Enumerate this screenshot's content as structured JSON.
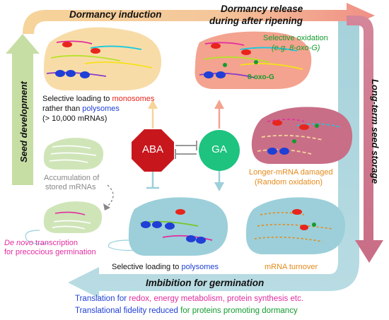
{
  "arrows": {
    "dormancy_induction": "Dormancy induction",
    "dormancy_release_1": "Dormancy release",
    "dormancy_release_2": "during after ripening",
    "long_term_storage": "Long-term seed storage",
    "imbibition": "Imbibition for germination",
    "seed_development": "Seed development"
  },
  "labels": {
    "selective_oxidation_1": "Selective oxidation",
    "selective_oxidation_2": "(e.g. 8-oxo-G)",
    "oxo_g_tag": "8-oxo-G",
    "mono_line1_a": "Selective loading to ",
    "mono_line1_b": "monosomes",
    "mono_line2_a": "rather than ",
    "mono_line2_b": "polysomes",
    "mono_line3": "(> 10,000 mRNAs)",
    "longer_damaged_1": "Longer-mRNA damaged",
    "longer_damaged_2": "(Random oxidation)",
    "accumulation_1": "Accumulation of",
    "accumulation_2": "stored mRNAs",
    "de_novo_a": "De novo",
    "de_novo_b": " transcription",
    "de_novo_2": "for precocious germination",
    "selective_polysomes_a": "Selective loading to ",
    "selective_polysomes_b": "polysomes",
    "turnover": "mRNA turnover",
    "translation_a": "Translation for ",
    "translation_b": "redox, energy metabolism, protein synthesis etc.",
    "fidelity_a": "Translational fidelity reduced ",
    "fidelity_b": "for proteins promoting dormancy"
  },
  "hormones": {
    "aba": "ABA",
    "ga": "GA"
  },
  "colors": {
    "arrow_induction": "#f6d49a",
    "arrow_release": "#f2a48e",
    "arrow_storage": "#cf7b8e",
    "arrow_imbibition": "#a9d3dc",
    "arrow_development": "#c6dea4",
    "aba_octagon": "#c8161d",
    "ga_circle": "#1ec37f",
    "red_text": "#e8251c",
    "blue_text": "#1f3fd6",
    "green_text": "#149c2e",
    "orange_text": "#e48a1a",
    "magenta_text": "#e22ca0"
  }
}
